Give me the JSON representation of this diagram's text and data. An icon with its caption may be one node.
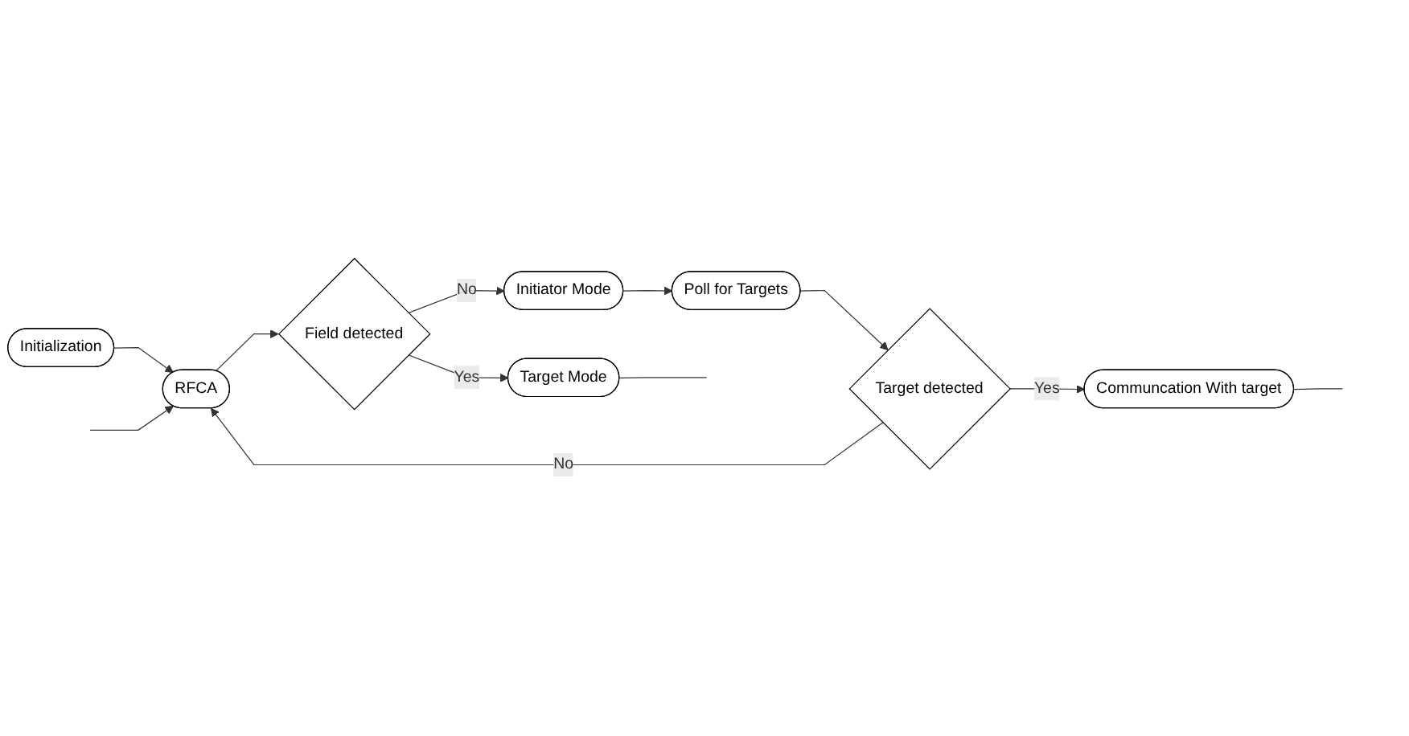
{
  "diagram": {
    "nodes": [
      {
        "text": [
          "Initialization"
        ]
      },
      {
        "text": [
          "RFCA"
        ]
      },
      {
        "text": [
          "Field detected"
        ]
      },
      {
        "text": [
          "Initiator Mode"
        ]
      },
      {
        "text": [
          "Poll for Targets"
        ]
      },
      {
        "text": [
          "Target detected"
        ]
      },
      {
        "text": [
          "Target Mode"
        ]
      },
      {
        "text": [
          "Communcation With target"
        ]
      }
    ],
    "edges": [
      {
        "from": 0,
        "to": 1,
        "arrow": "to"
      },
      {
        "from": 5,
        "to": 1,
        "label": "No",
        "arrow": "to"
      },
      {
        "from": null,
        "to": 1,
        "arrow": "to"
      },
      {
        "from": 1,
        "to": 2,
        "arrow": "to"
      },
      {
        "from": 2,
        "to": 3,
        "label": "No",
        "arrow": "to"
      },
      {
        "from": 3,
        "to": 4,
        "arrow": "to"
      },
      {
        "from": 4,
        "to": 5,
        "arrow": "to"
      },
      {
        "from": 5,
        "to": 7,
        "label": "Yes",
        "arrow": "to"
      },
      {
        "from": 2,
        "to": 6,
        "label": "Yes",
        "arrow": "to"
      },
      {
        "from": 6,
        "to": null,
        "arrow": "none"
      },
      {
        "from": 7,
        "to": null,
        "arrow": "none"
      }
    ]
  }
}
